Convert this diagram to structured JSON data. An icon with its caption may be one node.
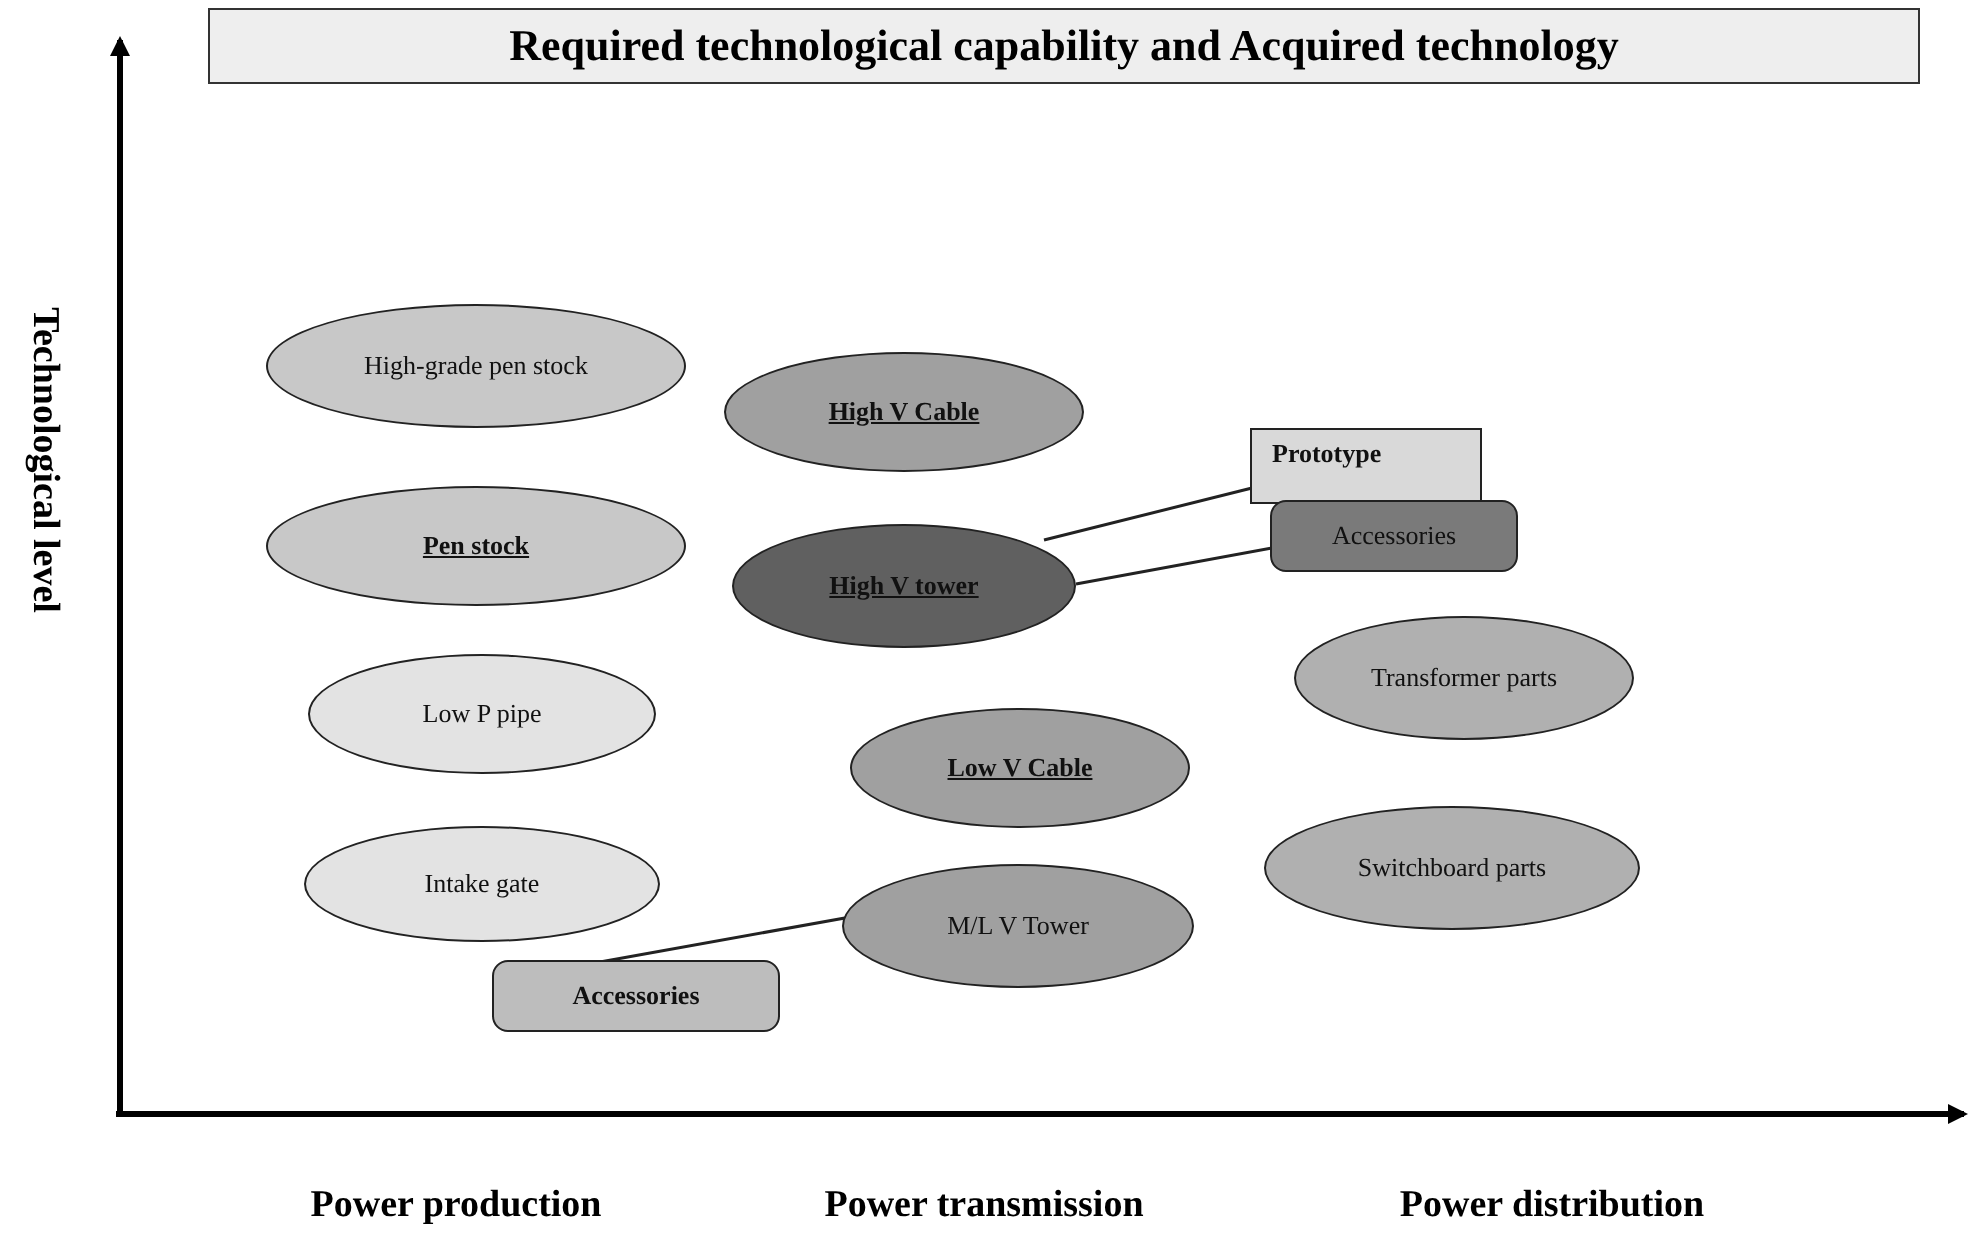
{
  "diagram": {
    "title": "Required technological capability and Acquired technology",
    "nodes": [
      {
        "text": [
          "High-grade pen stock"
        ]
      },
      {
        "text": [
          "High V Cable"
        ]
      },
      {
        "text": [
          "Prototype"
        ]
      },
      {
        "text": [
          "Pen stock"
        ]
      },
      {
        "text": [
          "Accessories"
        ]
      },
      {
        "text": [
          "High V tower"
        ]
      },
      {
        "text": [
          "Transformer parts"
        ]
      },
      {
        "text": [
          "Low P pipe"
        ]
      },
      {
        "text": [
          "Low V Cable"
        ]
      },
      {
        "text": [
          "Switchboard parts"
        ]
      },
      {
        "text": [
          "Intake gate"
        ]
      },
      {
        "text": [
          "M/L V Tower"
        ]
      },
      {
        "text": [
          "Accessories"
        ]
      }
    ],
    "edges": [
      {
        "from": 2,
        "to": 5,
        "arrow": "none"
      },
      {
        "from": 4,
        "to": 5,
        "arrow": "none"
      },
      {
        "from": 12,
        "to": 11,
        "arrow": "none"
      }
    ],
    "labels": [
      "Technological level",
      "Power production",
      "Power transmission",
      "Power distribution"
    ]
  }
}
